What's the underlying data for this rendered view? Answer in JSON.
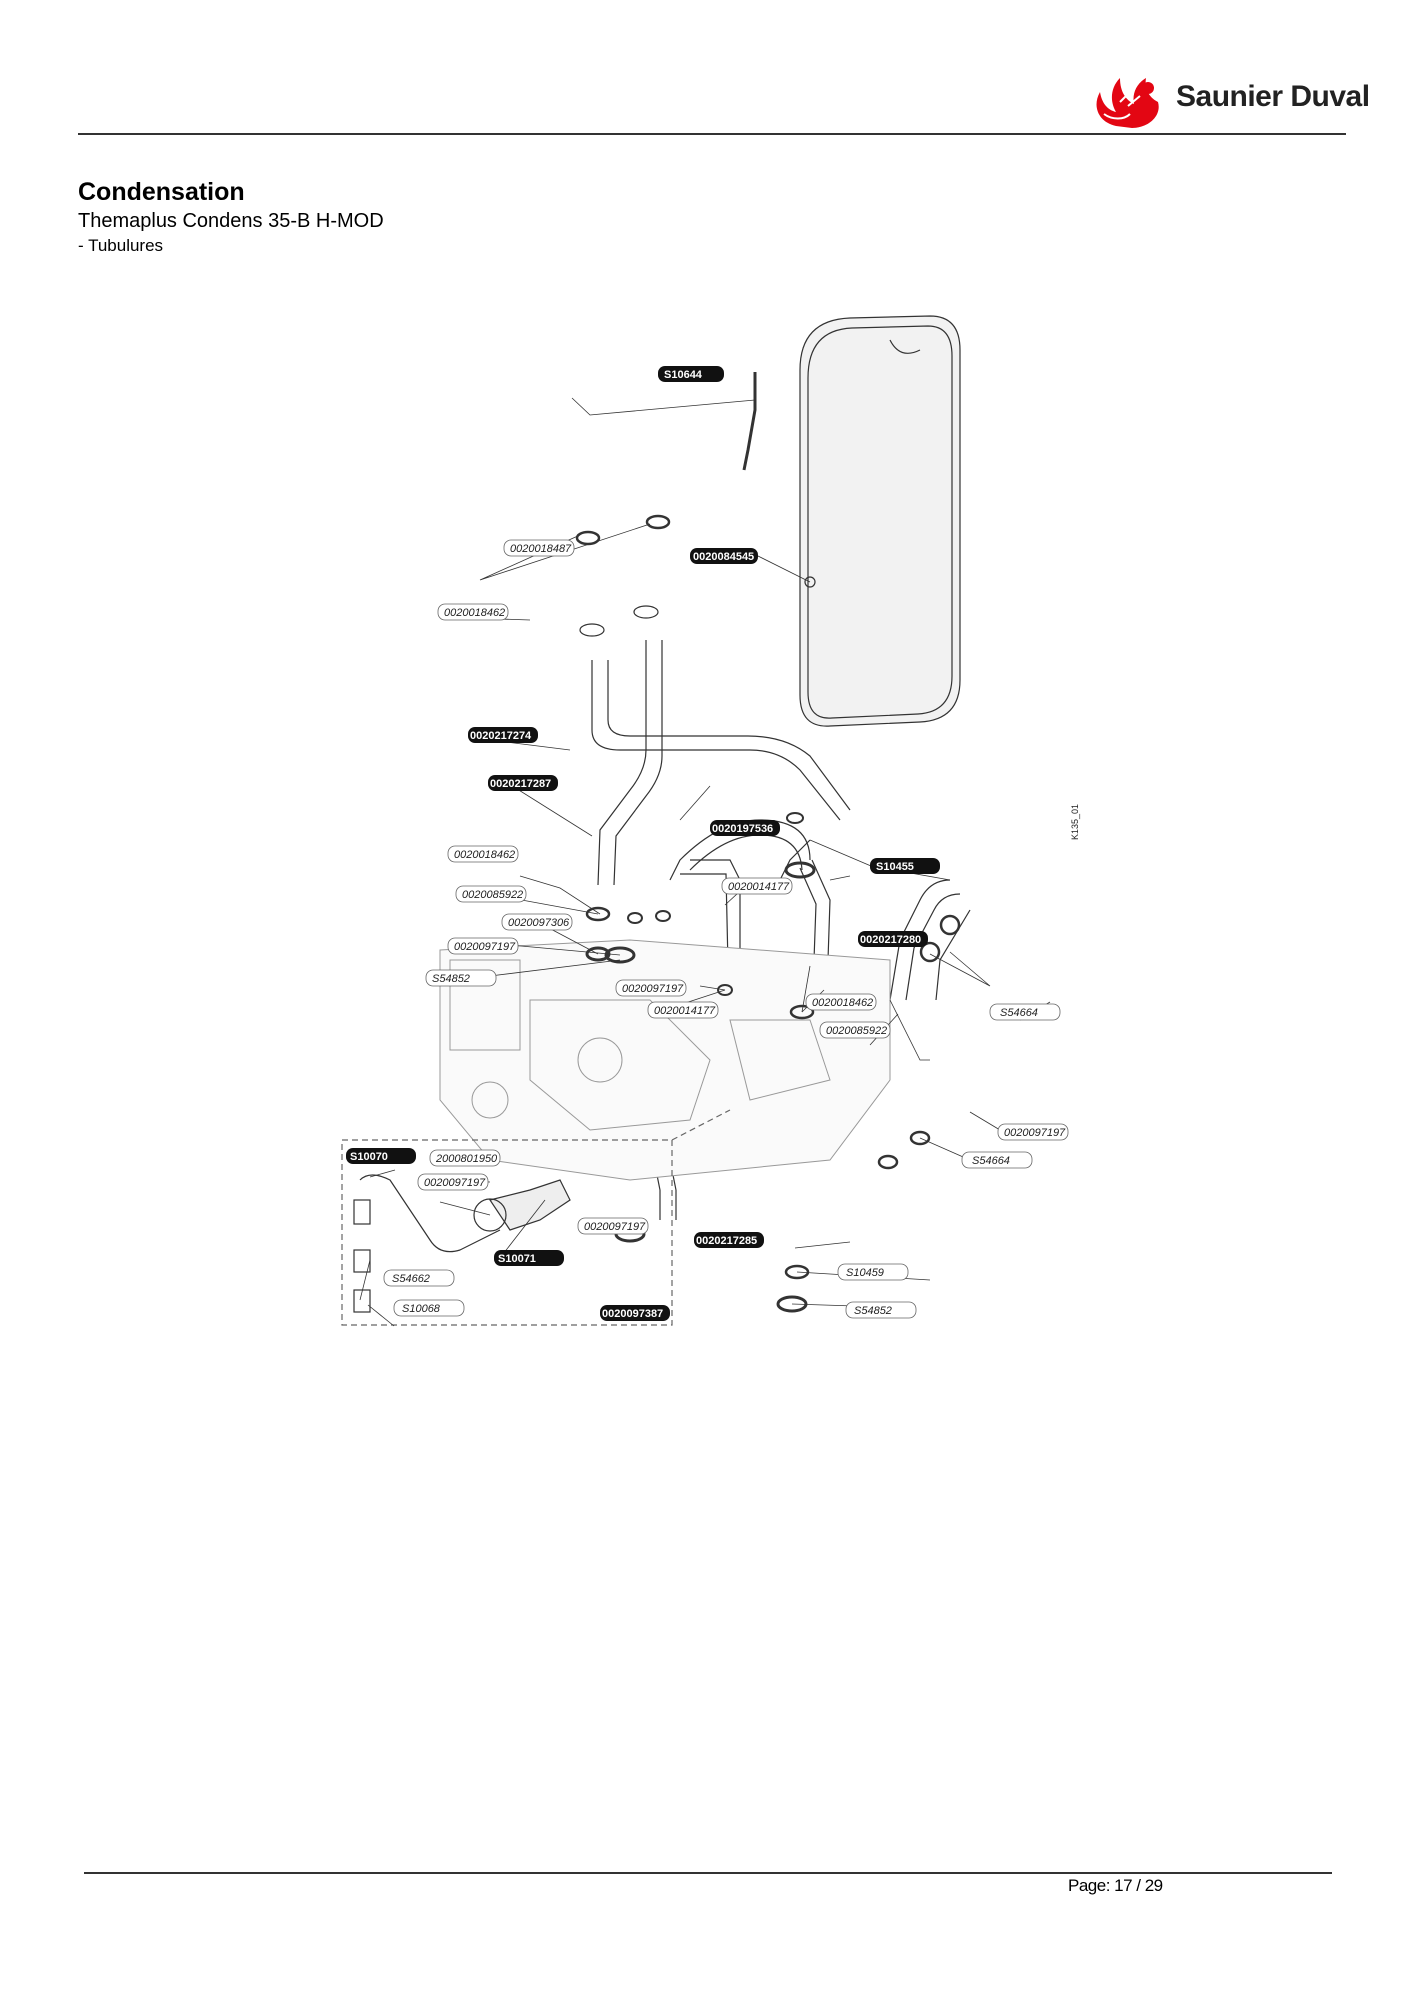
{
  "header": {
    "brand": "Saunier Duval",
    "brand_color": "#e30613"
  },
  "document": {
    "title": "Condensation",
    "model": "Themaplus Condens 35-B H-MOD",
    "section": "- Tubulures"
  },
  "diagram": {
    "figure_code": "K135_01",
    "callouts_filled": [
      "S10644",
      "0020084545",
      "0020217274",
      "0020217287",
      "0020197536",
      "S10455",
      "0020217280",
      "S10070",
      "S10071",
      "0020217285",
      "0020097387"
    ],
    "callouts_outline": [
      "0020018487",
      "0020018462",
      "0020018462",
      "0020085922",
      "0020014177",
      "0020097306",
      "0020097197",
      "S54852",
      "0020097197",
      "0020014177",
      "0020018462",
      "0020085922",
      "S54664",
      "0020097197",
      "S54664",
      "2000801950",
      "0020097197",
      "0020097197",
      "S54662",
      "S10068",
      "S10459",
      "S54852"
    ]
  },
  "footer": {
    "page_label": "Page: 17 / 29"
  }
}
